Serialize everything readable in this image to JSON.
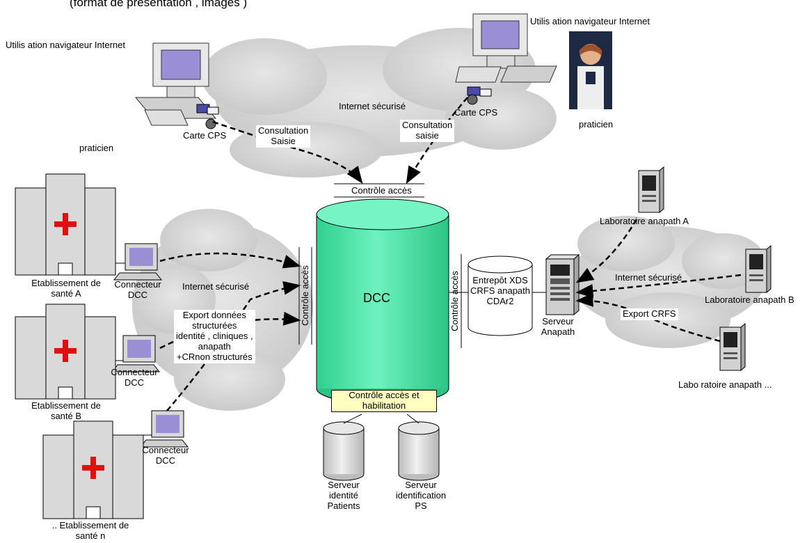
{
  "header": {
    "text": "(format de présentation , images )"
  },
  "browser_left": {
    "usage": "Utilis ation navigateur Internet",
    "card": "Carte CPS",
    "user": "praticien"
  },
  "browser_right": {
    "usage": "Utilis ation navigateur Internet",
    "card": "Carte CPS",
    "user": "praticien"
  },
  "flows": {
    "left": [
      "Consultation",
      "Saisie"
    ],
    "right": [
      "Consultation",
      "saisie"
    ],
    "export": [
      "Export données",
      "structurées",
      "identité , cliniques ,",
      "anapath",
      "+CRnon structurés"
    ],
    "export_crfs": "Export CRFS"
  },
  "clouds": {
    "top": "Internet sécurisé",
    "left": "Internet sécurisé",
    "right": "Internet sécurisé"
  },
  "dcc": {
    "label": "DCC",
    "access_top": "Contrôle accès",
    "access_left": "Contrôle accès",
    "access_right": "Contrôle accès",
    "access_bottom": [
      "Contrôle accès et",
      "habilitation"
    ]
  },
  "warehouse": {
    "lines": [
      "Entrepôt XDS",
      "CRFS anapath",
      "CDAr2"
    ]
  },
  "anapath_server": {
    "lines": [
      "Serveur",
      "Anapath"
    ]
  },
  "labs": {
    "a": "Laboratoire anapath A",
    "b": "Laboratoire anapath B",
    "n": "Labo ratoire anapath ..."
  },
  "establishments": {
    "a": [
      "Etablissement de",
      "santé A"
    ],
    "b": [
      "Etablissement de",
      "santé B"
    ],
    "n": [
      ".. Etablissement de",
      "santé n"
    ]
  },
  "connectors": {
    "label": [
      "Connecteur",
      "DCC"
    ]
  },
  "servers": {
    "identity": [
      "Serveur",
      "identité",
      "Patients"
    ],
    "identification": [
      "Serveur",
      "identification",
      "PS"
    ]
  },
  "colors": {
    "dcc": "#44e6a6",
    "box_fill": "#ffffc0",
    "cloud": "#d4d4d4",
    "red_cross": "#e01010"
  }
}
